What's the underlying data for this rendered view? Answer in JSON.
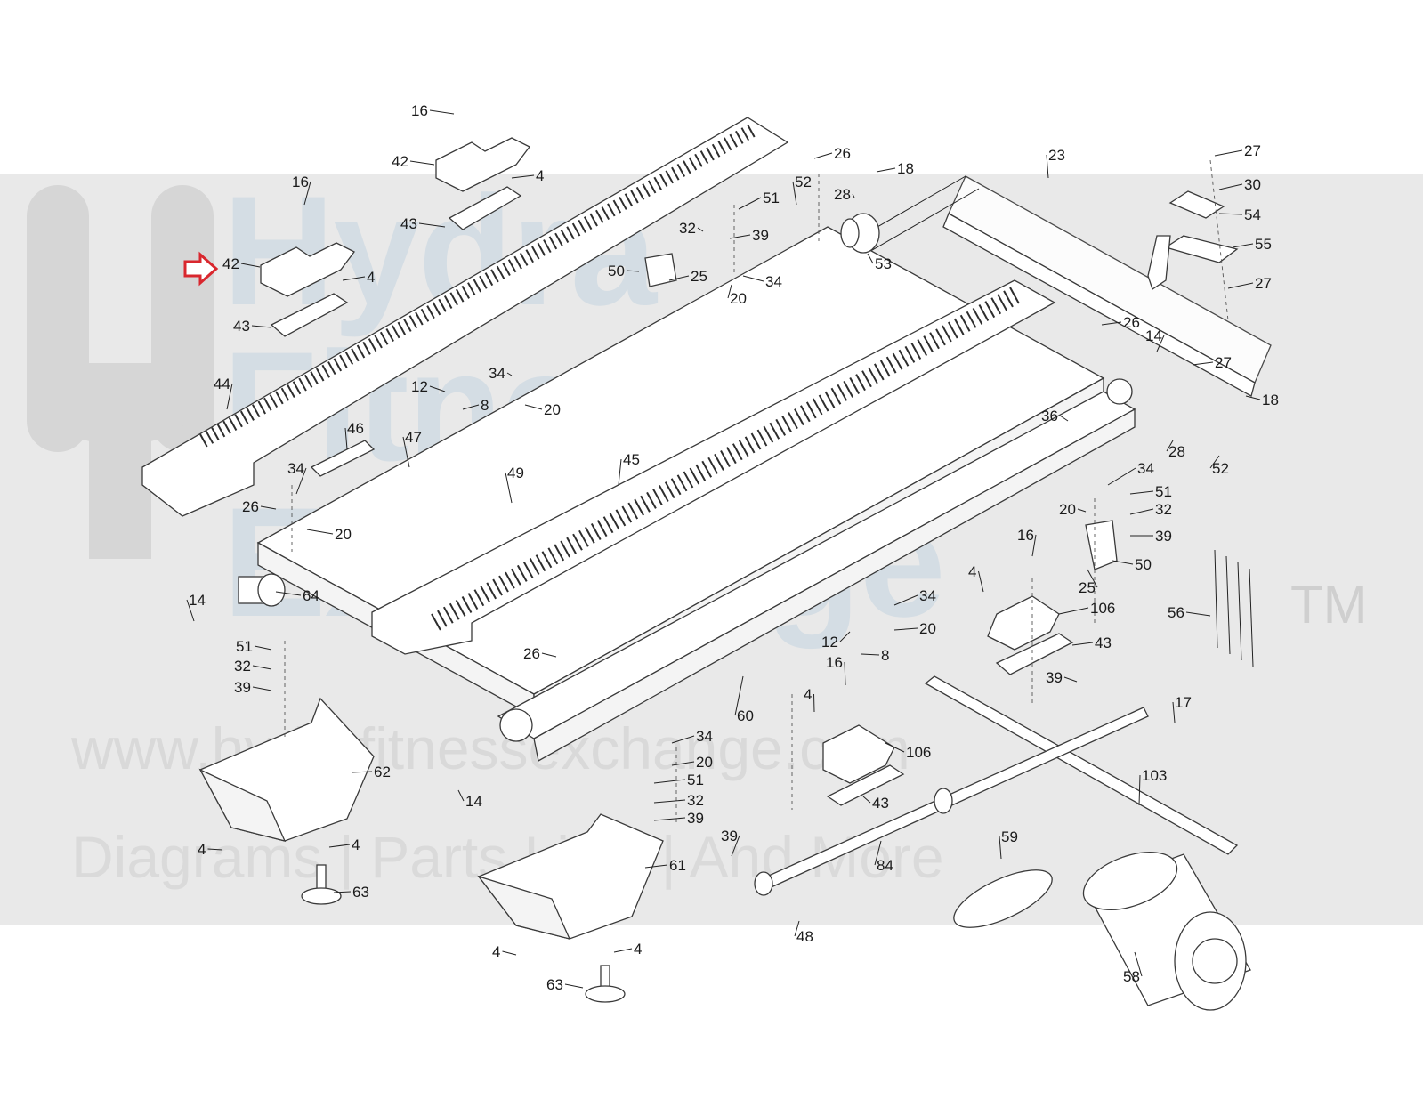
{
  "watermark": {
    "brand_line1": "Hydra",
    "brand_line2": "Fitness",
    "brand_line3": "Exchange",
    "trademark": "TM",
    "url": "www.hydrafitnessexchange.com",
    "tagline": "Diagrams | Parts Lists | And More"
  },
  "colors": {
    "highlight_arrow": "#d9272e",
    "watermark_band": "#e9e9e9",
    "line_art": "#3a3a3a"
  },
  "highlighted_part": "42",
  "callouts": [
    {
      "id": "c-16-a",
      "text": "16"
    },
    {
      "id": "c-42-a",
      "text": "42"
    },
    {
      "id": "c-4-a",
      "text": "4"
    },
    {
      "id": "c-43-a",
      "text": "43"
    },
    {
      "id": "c-16-b",
      "text": "16"
    },
    {
      "id": "c-42-b",
      "text": "42"
    },
    {
      "id": "c-4-b",
      "text": "4"
    },
    {
      "id": "c-43-b",
      "text": "43"
    },
    {
      "id": "c-44",
      "text": "44"
    },
    {
      "id": "c-26-a",
      "text": "26"
    },
    {
      "id": "c-18-a",
      "text": "18"
    },
    {
      "id": "c-52-a",
      "text": "52"
    },
    {
      "id": "c-28-a",
      "text": "28"
    },
    {
      "id": "c-51-a",
      "text": "51"
    },
    {
      "id": "c-32-a",
      "text": "32"
    },
    {
      "id": "c-39-a",
      "text": "39"
    },
    {
      "id": "c-50-a",
      "text": "50"
    },
    {
      "id": "c-25-a",
      "text": "25"
    },
    {
      "id": "c-20-a",
      "text": "20"
    },
    {
      "id": "c-34-a",
      "text": "34"
    },
    {
      "id": "c-53",
      "text": "53"
    },
    {
      "id": "c-23",
      "text": "23"
    },
    {
      "id": "c-27-a",
      "text": "27"
    },
    {
      "id": "c-30",
      "text": "30"
    },
    {
      "id": "c-54",
      "text": "54"
    },
    {
      "id": "c-55",
      "text": "55"
    },
    {
      "id": "c-27-b",
      "text": "27"
    },
    {
      "id": "c-26-b",
      "text": "26"
    },
    {
      "id": "c-14-a",
      "text": "14"
    },
    {
      "id": "c-27-c",
      "text": "27"
    },
    {
      "id": "c-18-b",
      "text": "18"
    },
    {
      "id": "c-28-b",
      "text": "28"
    },
    {
      "id": "c-52-b",
      "text": "52"
    },
    {
      "id": "c-36",
      "text": "36"
    },
    {
      "id": "c-34-b",
      "text": "34"
    },
    {
      "id": "c-12-a",
      "text": "12"
    },
    {
      "id": "c-8-a",
      "text": "8"
    },
    {
      "id": "c-20-b",
      "text": "20"
    },
    {
      "id": "c-46",
      "text": "46"
    },
    {
      "id": "c-47",
      "text": "47"
    },
    {
      "id": "c-45",
      "text": "45"
    },
    {
      "id": "c-49",
      "text": "49"
    },
    {
      "id": "c-34-c",
      "text": "34"
    },
    {
      "id": "c-26-c",
      "text": "26"
    },
    {
      "id": "c-20-c",
      "text": "20"
    },
    {
      "id": "c-34-d",
      "text": "34"
    },
    {
      "id": "c-51-b",
      "text": "51"
    },
    {
      "id": "c-20-d",
      "text": "20"
    },
    {
      "id": "c-32-b",
      "text": "32"
    },
    {
      "id": "c-39-b",
      "text": "39"
    },
    {
      "id": "c-16-c",
      "text": "16"
    },
    {
      "id": "c-4-c",
      "text": "4"
    },
    {
      "id": "c-25-b",
      "text": "25"
    },
    {
      "id": "c-50-b",
      "text": "50"
    },
    {
      "id": "c-56",
      "text": "56"
    },
    {
      "id": "c-106-a",
      "text": "106"
    },
    {
      "id": "c-43-c",
      "text": "43"
    },
    {
      "id": "c-14-b",
      "text": "14"
    },
    {
      "id": "c-64",
      "text": "64"
    },
    {
      "id": "c-51-c",
      "text": "51"
    },
    {
      "id": "c-32-c",
      "text": "32"
    },
    {
      "id": "c-39-c",
      "text": "39"
    },
    {
      "id": "c-34-e",
      "text": "34"
    },
    {
      "id": "c-20-e",
      "text": "20"
    },
    {
      "id": "c-12-b",
      "text": "12"
    },
    {
      "id": "c-8-b",
      "text": "8"
    },
    {
      "id": "c-26-d",
      "text": "26"
    },
    {
      "id": "c-39-d",
      "text": "39"
    },
    {
      "id": "c-16-d",
      "text": "16"
    },
    {
      "id": "c-4-d",
      "text": "4"
    },
    {
      "id": "c-60",
      "text": "60"
    },
    {
      "id": "c-106-b",
      "text": "106"
    },
    {
      "id": "c-17",
      "text": "17"
    },
    {
      "id": "c-34-f",
      "text": "34"
    },
    {
      "id": "c-20-f",
      "text": "20"
    },
    {
      "id": "c-62",
      "text": "62"
    },
    {
      "id": "c-14-c",
      "text": "14"
    },
    {
      "id": "c-51-d",
      "text": "51"
    },
    {
      "id": "c-32-d",
      "text": "32"
    },
    {
      "id": "c-39-e",
      "text": "39"
    },
    {
      "id": "c-43-d",
      "text": "43"
    },
    {
      "id": "c-103",
      "text": "103"
    },
    {
      "id": "c-4-e",
      "text": "4"
    },
    {
      "id": "c-4-f",
      "text": "4"
    },
    {
      "id": "c-39-f",
      "text": "39"
    },
    {
      "id": "c-59",
      "text": "59"
    },
    {
      "id": "c-61",
      "text": "61"
    },
    {
      "id": "c-84",
      "text": "84"
    },
    {
      "id": "c-63-a",
      "text": "63"
    },
    {
      "id": "c-48",
      "text": "48"
    },
    {
      "id": "c-4-g",
      "text": "4"
    },
    {
      "id": "c-4-h",
      "text": "4"
    },
    {
      "id": "c-58",
      "text": "58"
    },
    {
      "id": "c-63-b",
      "text": "63"
    }
  ]
}
